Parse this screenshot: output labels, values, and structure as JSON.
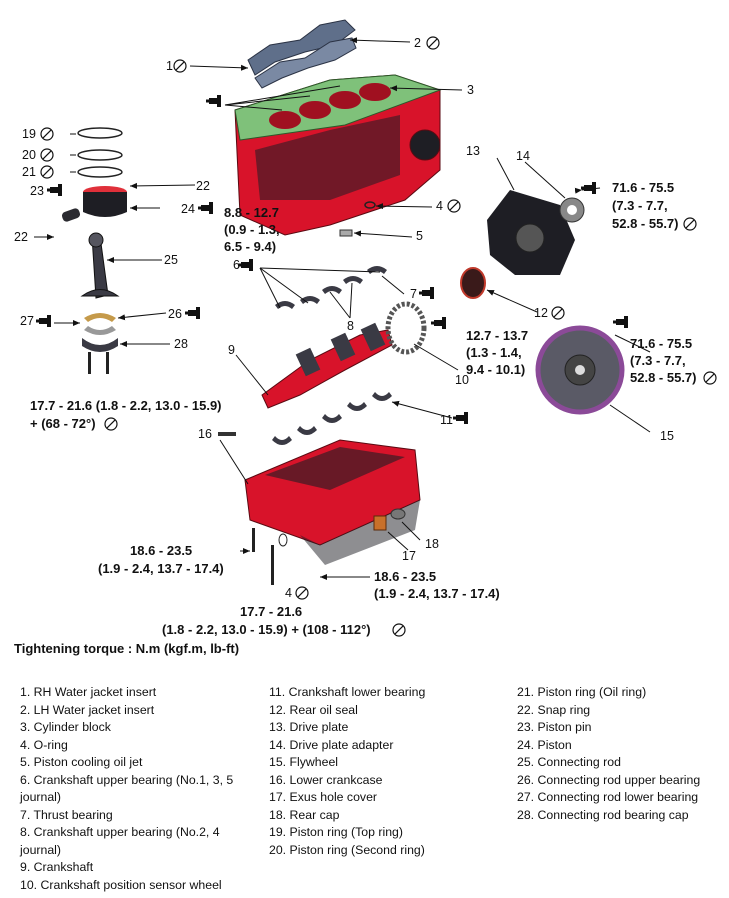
{
  "callouts": {
    "c1": "1",
    "c2": "2",
    "c3": "3",
    "c4a": "4",
    "c4b": "4",
    "c5": "5",
    "c6": "6",
    "c7": "7",
    "c8": "8",
    "c9": "9",
    "c10": "10",
    "c11": "11",
    "c12": "12",
    "c13": "13",
    "c14": "14",
    "c15": "15",
    "c16": "16",
    "c17": "17",
    "c18": "18",
    "c19": "19",
    "c20": "20",
    "c21": "21",
    "c22a": "22",
    "c22b": "22",
    "c23": "23",
    "c24": "24",
    "c25": "25",
    "c26": "26",
    "c27": "27",
    "c28": "28"
  },
  "torques": {
    "jet_l1": "8.8 - 12.7",
    "jet_l2": "(0.9 - 1.3,",
    "jet_l3": "6.5 - 9.4)",
    "drive_l1": "71.6 - 75.5",
    "drive_l2": "(7.3 - 7.7,",
    "drive_l3": "52.8 - 55.7)",
    "fly_l1": "71.6 - 75.5",
    "fly_l2": "(7.3 - 7.7,",
    "fly_l3": "52.8 - 55.7)",
    "sensor_l1": "12.7 - 13.7",
    "sensor_l2": "(1.3 - 1.4,",
    "sensor_l3": "9.4 - 10.1)",
    "rod_l1": "17.7 - 21.6 (1.8 - 2.2, 13.0 - 15.9)",
    "rod_l2": "+ (68 - 72°)",
    "lc_left_l1": "18.6 - 23.5",
    "lc_left_l2": "(1.9 - 2.4, 13.7 - 17.4)",
    "lc_right_l1": "18.6 - 23.5",
    "lc_right_l2": "(1.9 - 2.4, 13.7 - 17.4)",
    "lc_bot_l1": "17.7 - 21.6",
    "lc_bot_l2": "(1.8 - 2.2, 13.0 - 15.9)  + (108 - 112°)"
  },
  "torque_note": "Tightening torque : N.m (kgf.m, lb-ft)",
  "legend": {
    "col1": [
      "1. RH Water jacket insert",
      "2. LH Water jacket insert",
      "3. Cylinder block",
      "4. O-ring",
      "5. Piston cooling oil jet",
      "6. Crankshaft upper bearing (No.1, 3, 5 journal)",
      "7. Thrust bearing",
      "8. Crankshaft upper bearing (No.2, 4 journal)",
      "9. Crankshaft",
      "10. Crankshaft position sensor wheel"
    ],
    "col2": [
      "11. Crankshaft lower bearing",
      "12. Rear oil seal",
      "13. Drive plate",
      "14. Drive plate adapter",
      "15. Flywheel",
      "16. Lower crankcase",
      "17. Exus hole cover",
      "18. Rear cap",
      "19. Piston ring (Top ring)",
      "20. Piston ring (Second ring)"
    ],
    "col3": [
      "21. Piston ring (Oil ring)",
      "22. Snap ring",
      "23. Piston pin",
      "24. Piston",
      "25. Connecting rod",
      "26. Connecting rod upper bearing",
      "27. Connecting rod lower bearing",
      "28. Connecting rod bearing cap"
    ]
  },
  "colors": {
    "block_red": "#d8132a",
    "block_green": "#7fc17a",
    "flywheel_purple": "#8b4a98",
    "dark": "#1e1e24"
  },
  "icons": [
    "no-reuse-icon",
    "torque-wrench-icon"
  ]
}
